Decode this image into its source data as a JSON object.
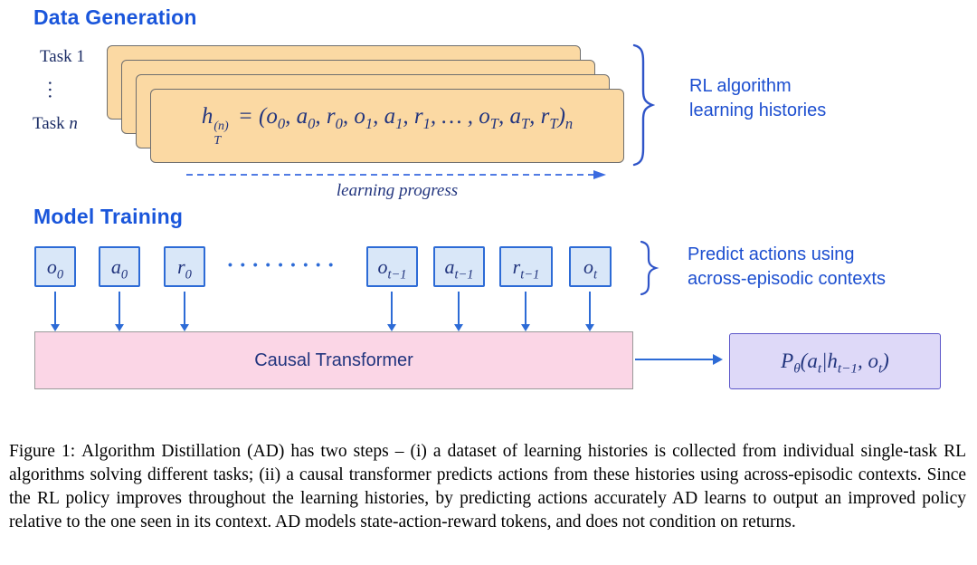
{
  "figure": {
    "colors": {
      "heading_blue": "#1a56db",
      "label_blue": "#1d4fd0",
      "math_navy": "#22357e",
      "arrow_blue": "#2d6bd6",
      "card_orange": "#fbd9a3",
      "token_fill": "#d9e7f8",
      "token_border": "#2d6bd6",
      "transformer_pink": "#fbd6e6",
      "output_purple": "#ded9f8"
    },
    "data_generation": {
      "heading": "Data Generation",
      "task_top": "Task 1",
      "task_dots": "…",
      "task_bottom_prefix": "Task ",
      "task_bottom_var": "n",
      "history_formula": [
        {
          "t": "h"
        },
        {
          "stack": {
            "sup": "(n)",
            "sub": "T"
          }
        },
        {
          "t": " = ("
        },
        {
          "t": "o"
        },
        {
          "sub": "0"
        },
        {
          "t": ", "
        },
        {
          "t": "a"
        },
        {
          "sub": "0"
        },
        {
          "t": ", "
        },
        {
          "t": "r"
        },
        {
          "sub": "0"
        },
        {
          "t": ", "
        },
        {
          "t": "o"
        },
        {
          "sub": "1"
        },
        {
          "t": ", "
        },
        {
          "t": "a"
        },
        {
          "sub": "1"
        },
        {
          "t": ", "
        },
        {
          "t": "r"
        },
        {
          "sub": "1"
        },
        {
          "t": ", … , "
        },
        {
          "t": "o"
        },
        {
          "sub": "T"
        },
        {
          "t": ", "
        },
        {
          "t": "a"
        },
        {
          "sub": "T"
        },
        {
          "t": ", "
        },
        {
          "t": "r"
        },
        {
          "sub": "T"
        },
        {
          "t": ")"
        },
        {
          "sub": "n"
        }
      ],
      "brace_label_line1": "RL algorithm",
      "brace_label_line2": "learning histories",
      "progress_label": "learning progress"
    },
    "model_training": {
      "heading": "Model Training",
      "tokens": [
        {
          "segments": [
            {
              "t": "o"
            },
            {
              "sub": "0"
            }
          ]
        },
        {
          "segments": [
            {
              "t": "a"
            },
            {
              "sub": "0"
            }
          ]
        },
        {
          "segments": [
            {
              "t": "r"
            },
            {
              "sub": "0"
            }
          ]
        },
        {
          "segments": [
            {
              "t": "o"
            },
            {
              "sub": "t−1"
            }
          ]
        },
        {
          "segments": [
            {
              "t": "a"
            },
            {
              "sub": "t−1"
            }
          ]
        },
        {
          "segments": [
            {
              "t": "r"
            },
            {
              "sub": "t−1"
            }
          ]
        },
        {
          "segments": [
            {
              "t": "o"
            },
            {
              "sub": "t"
            }
          ]
        }
      ],
      "ellipsis": "•••••••••",
      "brace_label_line1": "Predict actions using",
      "brace_label_line2": "across-episodic contexts",
      "transformer_label": "Causal Transformer",
      "output_formula": [
        {
          "t": "P"
        },
        {
          "sub": "θ"
        },
        {
          "t": "("
        },
        {
          "t": "a"
        },
        {
          "sub": "t"
        },
        {
          "t": "|"
        },
        {
          "t": "h"
        },
        {
          "sub": "t−1"
        },
        {
          "t": ", "
        },
        {
          "t": "o"
        },
        {
          "sub": "t"
        },
        {
          "t": ")"
        }
      ]
    },
    "caption": {
      "label": "Figure 1:",
      "text": "Algorithm Distillation (AD) has two steps – (i) a dataset of learning histories is collected from individual single-task RL algorithms solving different tasks; (ii) a causal transformer predicts actions from these histories using across-episodic contexts. Since the RL policy improves throughout the learning histories, by predicting actions accurately AD learns to output an improved policy relative to the one seen in its context. AD models state-action-reward tokens, and does not condition on returns."
    }
  }
}
